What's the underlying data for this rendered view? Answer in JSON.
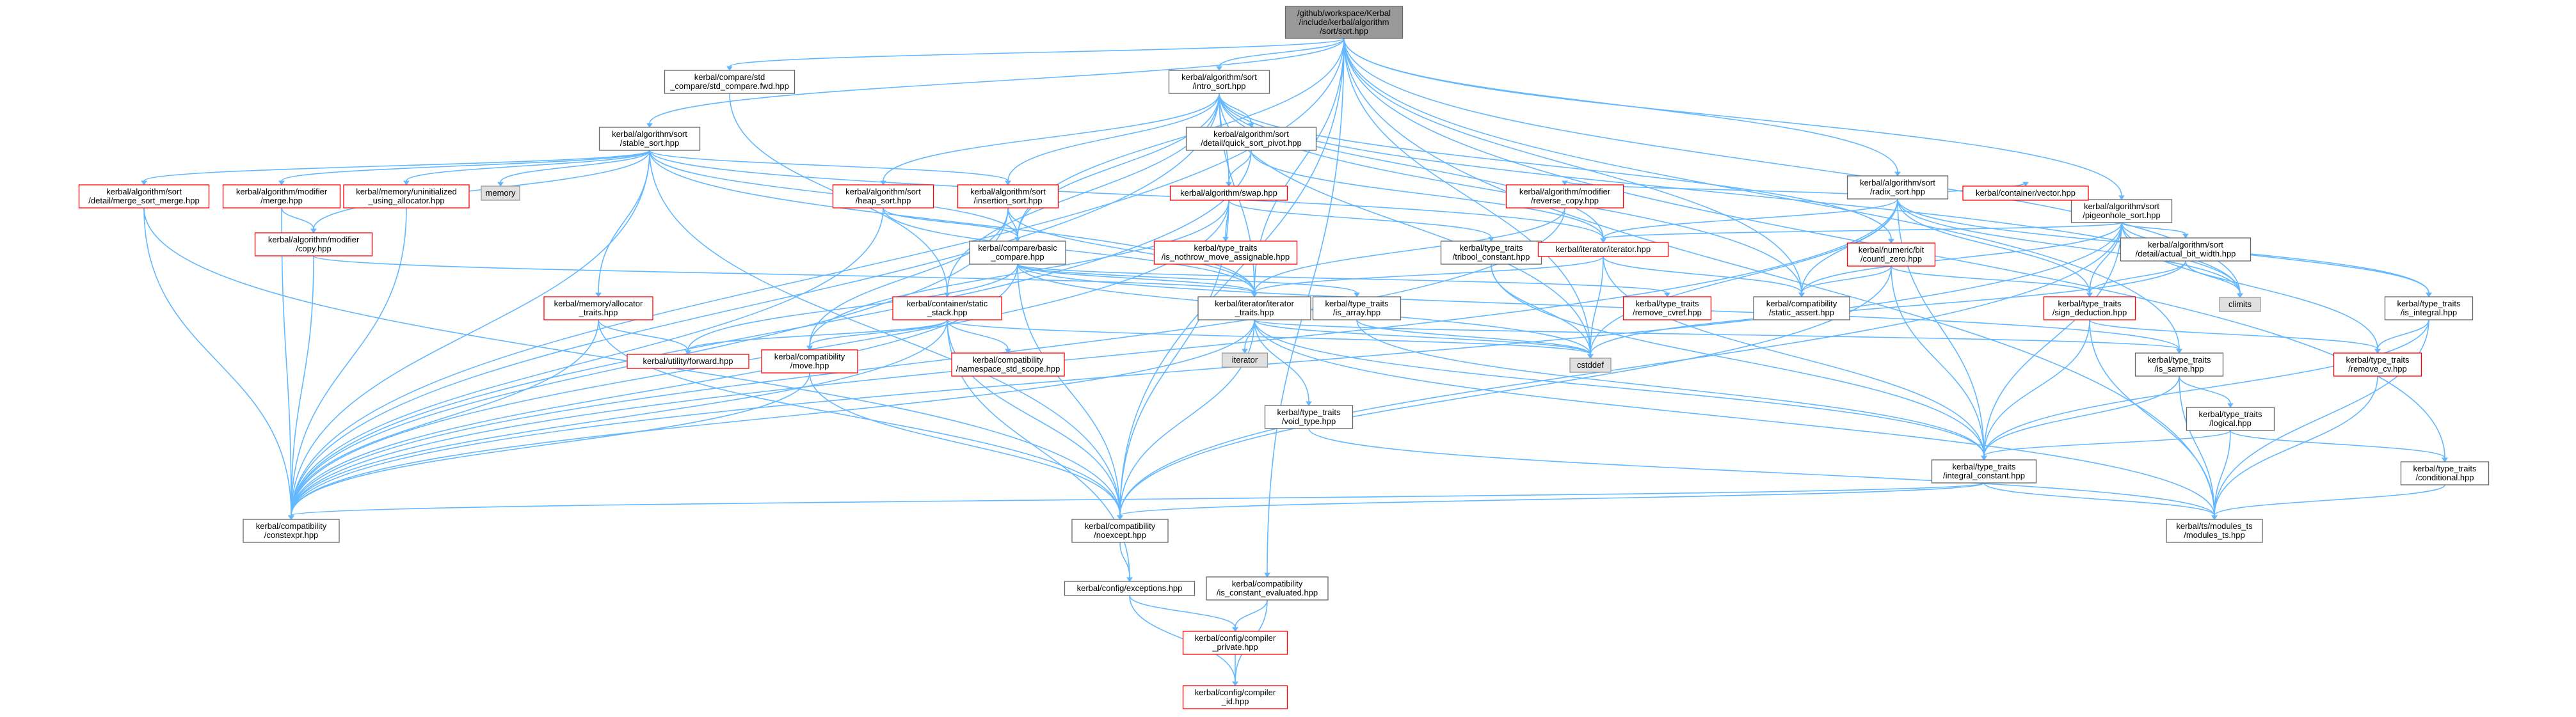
{
  "diagram": {
    "title": "",
    "colors": {
      "edge": "#63b8ff",
      "border_normal": "#666666",
      "border_red": "#ff0000",
      "fill_gray": "#e0e0e0",
      "fill_root": "#999999"
    },
    "nodes": [
      {
        "id": "root",
        "lines": [
          "/github/workspace/Kerbal",
          "/include/kerbal/algorithm",
          "/sort/sort.hpp"
        ],
        "style": "root"
      },
      {
        "id": "std_compare_fwd",
        "lines": [
          "kerbal/compare/std",
          "_compare/std_compare.fwd.hpp"
        ],
        "style": "normal"
      },
      {
        "id": "intro_sort",
        "lines": [
          "kerbal/algorithm/sort",
          "/intro_sort.hpp"
        ],
        "style": "normal"
      },
      {
        "id": "radix_sort",
        "lines": [
          "kerbal/algorithm/sort",
          "/radix_sort.hpp"
        ],
        "style": "normal"
      },
      {
        "id": "stable_sort",
        "lines": [
          "kerbal/algorithm/sort",
          "/stable_sort.hpp"
        ],
        "style": "normal"
      },
      {
        "id": "quick_sort_pivot",
        "lines": [
          "kerbal/algorithm/sort",
          "/detail/quick_sort_pivot.hpp"
        ],
        "style": "normal"
      },
      {
        "id": "pigeonhole",
        "lines": [
          "kerbal/algorithm/sort",
          "/pigeonhole_sort.hpp"
        ],
        "style": "normal"
      },
      {
        "id": "merge_sort_merge",
        "lines": [
          "kerbal/algorithm/sort",
          "/detail/merge_sort_merge.hpp"
        ],
        "style": "red"
      },
      {
        "id": "modifier_merge",
        "lines": [
          "kerbal/algorithm/modifier",
          "/merge.hpp"
        ],
        "style": "red"
      },
      {
        "id": "uninit_alloc",
        "lines": [
          "kerbal/memory/uninitialized",
          "_using_allocator.hpp"
        ],
        "style": "red"
      },
      {
        "id": "memory",
        "lines": [
          "memory"
        ],
        "style": "gray"
      },
      {
        "id": "heap_sort",
        "lines": [
          "kerbal/algorithm/sort",
          "/heap_sort.hpp"
        ],
        "style": "red"
      },
      {
        "id": "insertion_sort",
        "lines": [
          "kerbal/algorithm/sort",
          "/insertion_sort.hpp"
        ],
        "style": "red"
      },
      {
        "id": "swap",
        "lines": [
          "kerbal/algorithm/swap.hpp"
        ],
        "style": "red"
      },
      {
        "id": "reverse_copy",
        "lines": [
          "kerbal/algorithm/modifier",
          "/reverse_copy.hpp"
        ],
        "style": "red"
      },
      {
        "id": "container_vector",
        "lines": [
          "kerbal/container/vector.hpp"
        ],
        "style": "red"
      },
      {
        "id": "actual_bit_width",
        "lines": [
          "kerbal/algorithm/sort",
          "/detail/actual_bit_width.hpp"
        ],
        "style": "normal"
      },
      {
        "id": "modifier_copy",
        "lines": [
          "kerbal/algorithm/modifier",
          "/copy.hpp"
        ],
        "style": "red"
      },
      {
        "id": "basic_compare",
        "lines": [
          "kerbal/compare/basic",
          "_compare.hpp"
        ],
        "style": "normal"
      },
      {
        "id": "nothrow_move",
        "lines": [
          "kerbal/type_traits",
          "/is_nothrow_move_assignable.hpp"
        ],
        "style": "red"
      },
      {
        "id": "tribool",
        "lines": [
          "kerbal/type_traits",
          "/tribool_constant.hpp"
        ],
        "style": "normal"
      },
      {
        "id": "iterator_hpp",
        "lines": [
          "kerbal/iterator/iterator.hpp"
        ],
        "style": "red"
      },
      {
        "id": "countl_zero",
        "lines": [
          "kerbal/numeric/bit",
          "/countl_zero.hpp"
        ],
        "style": "red"
      },
      {
        "id": "allocator_traits",
        "lines": [
          "kerbal/memory/allocator",
          "_traits.hpp"
        ],
        "style": "red"
      },
      {
        "id": "static_stack",
        "lines": [
          "kerbal/container/static",
          "_stack.hpp"
        ],
        "style": "red"
      },
      {
        "id": "iterator_traits",
        "lines": [
          "kerbal/iterator/iterator",
          "_traits.hpp"
        ],
        "style": "normal"
      },
      {
        "id": "is_array",
        "lines": [
          "kerbal/type_traits",
          "/is_array.hpp"
        ],
        "style": "normal"
      },
      {
        "id": "remove_cvref",
        "lines": [
          "kerbal/type_traits",
          "/remove_cvref.hpp"
        ],
        "style": "red"
      },
      {
        "id": "static_assert",
        "lines": [
          "kerbal/compatibility",
          "/static_assert.hpp"
        ],
        "style": "normal"
      },
      {
        "id": "sign_deduction",
        "lines": [
          "kerbal/type_traits",
          "/sign_deduction.hpp"
        ],
        "style": "red"
      },
      {
        "id": "climits",
        "lines": [
          "climits"
        ],
        "style": "gray"
      },
      {
        "id": "is_integral",
        "lines": [
          "kerbal/type_traits",
          "/is_integral.hpp"
        ],
        "style": "normal"
      },
      {
        "id": "utility_forward",
        "lines": [
          "kerbal/utility/forward.hpp"
        ],
        "style": "red"
      },
      {
        "id": "compat_move",
        "lines": [
          "kerbal/compatibility",
          "/move.hpp"
        ],
        "style": "red"
      },
      {
        "id": "namespace_std_scope",
        "lines": [
          "kerbal/compatibility",
          "/namespace_std_scope.hpp"
        ],
        "style": "red"
      },
      {
        "id": "iterator_std",
        "lines": [
          "iterator"
        ],
        "style": "gray"
      },
      {
        "id": "cstddef",
        "lines": [
          "cstddef"
        ],
        "style": "gray"
      },
      {
        "id": "is_same",
        "lines": [
          "kerbal/type_traits",
          "/is_same.hpp"
        ],
        "style": "normal"
      },
      {
        "id": "remove_cv",
        "lines": [
          "kerbal/type_traits",
          "/remove_cv.hpp"
        ],
        "style": "red"
      },
      {
        "id": "void_type",
        "lines": [
          "kerbal/type_traits",
          "/void_type.hpp"
        ],
        "style": "normal"
      },
      {
        "id": "logical",
        "lines": [
          "kerbal/type_traits",
          "/logical.hpp"
        ],
        "style": "normal"
      },
      {
        "id": "integral_constant",
        "lines": [
          "kerbal/type_traits",
          "/integral_constant.hpp"
        ],
        "style": "normal"
      },
      {
        "id": "conditional",
        "lines": [
          "kerbal/type_traits",
          "/conditional.hpp"
        ],
        "style": "normal"
      },
      {
        "id": "constexpr",
        "lines": [
          "kerbal/compatibility",
          "/constexpr.hpp"
        ],
        "style": "normal"
      },
      {
        "id": "noexcept",
        "lines": [
          "kerbal/compatibility",
          "/noexcept.hpp"
        ],
        "style": "normal"
      },
      {
        "id": "modules_ts",
        "lines": [
          "kerbal/ts/modules_ts",
          "/modules_ts.hpp"
        ],
        "style": "normal"
      },
      {
        "id": "exceptions",
        "lines": [
          "kerbal/config/exceptions.hpp"
        ],
        "style": "normal"
      },
      {
        "id": "is_constant_evaluated",
        "lines": [
          "kerbal/compatibility",
          "/is_constant_evaluated.hpp"
        ],
        "style": "normal"
      },
      {
        "id": "compiler_private",
        "lines": [
          "kerbal/config/compiler",
          "_private.hpp"
        ],
        "style": "red"
      },
      {
        "id": "compiler_id",
        "lines": [
          "kerbal/config/compiler",
          "_id.hpp"
        ],
        "style": "red"
      }
    ],
    "edges": [
      [
        "root",
        "std_compare_fwd"
      ],
      [
        "root",
        "intro_sort"
      ],
      [
        "root",
        "radix_sort"
      ],
      [
        "root",
        "stable_sort"
      ],
      [
        "root",
        "pigeonhole"
      ],
      [
        "root",
        "constexpr"
      ],
      [
        "root",
        "noexcept"
      ],
      [
        "root",
        "is_same"
      ],
      [
        "root",
        "is_constant_evaluated"
      ],
      [
        "root",
        "conditional"
      ],
      [
        "root",
        "modules_ts"
      ],
      [
        "root",
        "basic_compare"
      ],
      [
        "root",
        "iterator_traits"
      ],
      [
        "root",
        "static_assert"
      ],
      [
        "root",
        "cstddef"
      ],
      [
        "root",
        "climits"
      ],
      [
        "std_compare_fwd",
        "static_stack"
      ],
      [
        "intro_sort",
        "quick_sort_pivot"
      ],
      [
        "intro_sort",
        "heap_sort"
      ],
      [
        "intro_sort",
        "insertion_sort"
      ],
      [
        "intro_sort",
        "swap"
      ],
      [
        "intro_sort",
        "countl_zero"
      ],
      [
        "intro_sort",
        "static_stack"
      ],
      [
        "intro_sort",
        "basic_compare"
      ],
      [
        "intro_sort",
        "iterator_hpp"
      ],
      [
        "intro_sort",
        "iterator_traits"
      ],
      [
        "intro_sort",
        "static_assert"
      ],
      [
        "intro_sort",
        "constexpr"
      ],
      [
        "intro_sort",
        "cstddef"
      ],
      [
        "intro_sort",
        "climits"
      ],
      [
        "stable_sort",
        "merge_sort_merge"
      ],
      [
        "stable_sort",
        "modifier_merge"
      ],
      [
        "stable_sort",
        "uninit_alloc"
      ],
      [
        "stable_sort",
        "memory"
      ],
      [
        "stable_sort",
        "insertion_sort"
      ],
      [
        "stable_sort",
        "allocator_traits"
      ],
      [
        "stable_sort",
        "basic_compare"
      ],
      [
        "stable_sort",
        "iterator_hpp"
      ],
      [
        "stable_sort",
        "iterator_traits"
      ],
      [
        "stable_sort",
        "constexpr"
      ],
      [
        "stable_sort",
        "noexcept"
      ],
      [
        "stable_sort",
        "modifier_copy"
      ],
      [
        "radix_sort",
        "container_vector"
      ],
      [
        "radix_sort",
        "reverse_copy"
      ],
      [
        "radix_sort",
        "iterator_hpp"
      ],
      [
        "radix_sort",
        "static_assert"
      ],
      [
        "radix_sort",
        "integral_constant"
      ],
      [
        "radix_sort",
        "sign_deduction"
      ],
      [
        "radix_sort",
        "is_integral"
      ],
      [
        "radix_sort",
        "climits"
      ],
      [
        "radix_sort",
        "cstddef"
      ],
      [
        "radix_sort",
        "constexpr"
      ],
      [
        "quick_sort_pivot",
        "swap"
      ],
      [
        "quick_sort_pivot",
        "iterator_hpp"
      ],
      [
        "quick_sort_pivot",
        "constexpr"
      ],
      [
        "pigeonhole",
        "actual_bit_width"
      ],
      [
        "pigeonhole",
        "iterator_hpp"
      ],
      [
        "pigeonhole",
        "sign_deduction"
      ],
      [
        "pigeonhole",
        "is_integral"
      ],
      [
        "pigeonhole",
        "static_assert"
      ],
      [
        "pigeonhole",
        "integral_constant"
      ],
      [
        "pigeonhole",
        "remove_cv"
      ],
      [
        "pigeonhole",
        "constexpr"
      ],
      [
        "pigeonhole",
        "noexcept"
      ],
      [
        "pigeonhole",
        "climits"
      ],
      [
        "actual_bit_width",
        "sign_deduction"
      ],
      [
        "actual_bit_width",
        "climits"
      ],
      [
        "actual_bit_width",
        "cstddef"
      ],
      [
        "merge_sort_merge",
        "constexpr"
      ],
      [
        "merge_sort_merge",
        "noexcept"
      ],
      [
        "modifier_merge",
        "modifier_copy"
      ],
      [
        "modifier_merge",
        "constexpr"
      ],
      [
        "modifier_copy",
        "iterator_traits"
      ],
      [
        "modifier_copy",
        "constexpr"
      ],
      [
        "uninit_alloc",
        "constexpr"
      ],
      [
        "heap_sort",
        "basic_compare"
      ],
      [
        "heap_sort",
        "iterator_traits"
      ],
      [
        "heap_sort",
        "constexpr"
      ],
      [
        "insertion_sort",
        "basic_compare"
      ],
      [
        "insertion_sort",
        "compat_move"
      ],
      [
        "insertion_sort",
        "iterator_traits"
      ],
      [
        "insertion_sort",
        "constexpr"
      ],
      [
        "swap",
        "nothrow_move"
      ],
      [
        "swap",
        "tribool"
      ],
      [
        "swap",
        "compat_move"
      ],
      [
        "swap",
        "noexcept"
      ],
      [
        "swap",
        "constexpr"
      ],
      [
        "reverse_copy",
        "iterator_traits"
      ],
      [
        "reverse_copy",
        "constexpr"
      ],
      [
        "basic_compare",
        "iterator_traits"
      ],
      [
        "basic_compare",
        "is_array"
      ],
      [
        "basic_compare",
        "remove_cvref"
      ],
      [
        "basic_compare",
        "utility_forward"
      ],
      [
        "basic_compare",
        "constexpr"
      ],
      [
        "basic_compare",
        "noexcept"
      ],
      [
        "basic_compare",
        "cstddef"
      ],
      [
        "basic_compare",
        "is_same"
      ],
      [
        "tribool",
        "integral_constant"
      ],
      [
        "tribool",
        "cstddef"
      ],
      [
        "iterator_hpp",
        "iterator_traits"
      ],
      [
        "iterator_hpp",
        "static_assert"
      ],
      [
        "iterator_hpp",
        "integral_constant"
      ],
      [
        "iterator_hpp",
        "cstddef"
      ],
      [
        "countl_zero",
        "sign_deduction"
      ],
      [
        "countl_zero",
        "static_assert"
      ],
      [
        "countl_zero",
        "integral_constant"
      ],
      [
        "countl_zero",
        "noexcept"
      ],
      [
        "allocator_traits",
        "utility_forward"
      ],
      [
        "allocator_traits",
        "constexpr"
      ],
      [
        "allocator_traits",
        "noexcept"
      ],
      [
        "static_stack",
        "compat_move"
      ],
      [
        "static_stack",
        "namespace_std_scope"
      ],
      [
        "static_stack",
        "utility_forward"
      ],
      [
        "static_stack",
        "constexpr"
      ],
      [
        "static_stack",
        "noexcept"
      ],
      [
        "static_stack",
        "cstddef"
      ],
      [
        "static_stack",
        "exceptions"
      ],
      [
        "iterator_traits",
        "iterator_std"
      ],
      [
        "iterator_traits",
        "cstddef"
      ],
      [
        "iterator_traits",
        "void_type"
      ],
      [
        "iterator_traits",
        "integral_constant"
      ],
      [
        "iterator_traits",
        "constexpr"
      ],
      [
        "iterator_traits",
        "noexcept"
      ],
      [
        "iterator_traits",
        "is_same"
      ],
      [
        "iterator_traits",
        "modules_ts"
      ],
      [
        "is_array",
        "integral_constant"
      ],
      [
        "is_array",
        "cstddef"
      ],
      [
        "sign_deduction",
        "integral_constant"
      ],
      [
        "sign_deduction",
        "remove_cv"
      ],
      [
        "sign_deduction",
        "modules_ts"
      ],
      [
        "is_integral",
        "remove_cv"
      ],
      [
        "is_integral",
        "integral_constant"
      ],
      [
        "is_integral",
        "modules_ts"
      ],
      [
        "compat_move",
        "constexpr"
      ],
      [
        "compat_move",
        "noexcept"
      ],
      [
        "is_same",
        "logical"
      ],
      [
        "is_same",
        "integral_constant"
      ],
      [
        "is_same",
        "modules_ts"
      ],
      [
        "remove_cv",
        "modules_ts"
      ],
      [
        "void_type",
        "modules_ts"
      ],
      [
        "logical",
        "integral_constant"
      ],
      [
        "logical",
        "conditional"
      ],
      [
        "logical",
        "modules_ts"
      ],
      [
        "conditional",
        "modules_ts"
      ],
      [
        "integral_constant",
        "constexpr"
      ],
      [
        "integral_constant",
        "noexcept"
      ],
      [
        "integral_constant",
        "modules_ts"
      ],
      [
        "noexcept",
        "exceptions"
      ],
      [
        "exceptions",
        "compiler_private"
      ],
      [
        "exceptions",
        "compiler_id"
      ],
      [
        "is_constant_evaluated",
        "compiler_private"
      ],
      [
        "is_constant_evaluated",
        "compiler_id"
      ],
      [
        "compiler_private",
        "compiler_id"
      ]
    ]
  }
}
